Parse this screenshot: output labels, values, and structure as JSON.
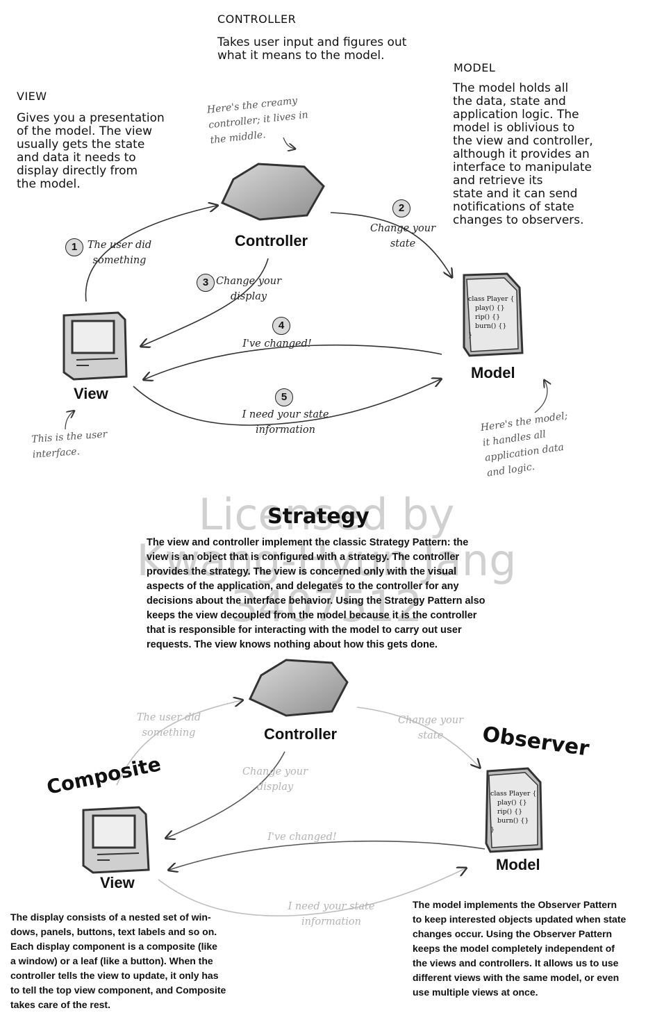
{
  "top": {
    "controller": {
      "caption": "CONTROLLER",
      "description": [
        "Takes user input and figures out",
        "what it means to the model."
      ],
      "note": [
        "Here's the creamy",
        "controller; it lives in",
        "the middle."
      ],
      "label": "Controller"
    },
    "model": {
      "caption": "MODEL",
      "description": [
        "The model holds all",
        "the data, state and",
        "application logic.  The",
        "model is oblivious to",
        "the view and controller,",
        "although it provides an",
        "interface to manipulate",
        "and retrieve its",
        "state and it can send",
        "notifications of state",
        "changes to observers."
      ],
      "note": [
        "Here's the model;",
        "it handles all",
        "application data",
        "and logic."
      ],
      "label": "Model",
      "code": [
        "class Player {",
        "play() {}",
        "rip() {}",
        "burn() {}",
        "}"
      ]
    },
    "view": {
      "caption": "VIEW",
      "description": [
        "Gives you a presentation",
        "of the model. The view",
        "usually gets the state",
        "and data it needs to",
        "display directly from",
        "the model."
      ],
      "note": [
        "This is the user",
        "interface."
      ],
      "label": "View"
    },
    "steps": [
      {
        "num": "1",
        "text": [
          "The user did",
          "something"
        ]
      },
      {
        "num": "2",
        "text": [
          "Change your",
          "state"
        ]
      },
      {
        "num": "3",
        "text": [
          "Change your",
          "display"
        ]
      },
      {
        "num": "4",
        "text": [
          "I've changed!"
        ]
      },
      {
        "num": "5",
        "text": [
          "I need your state",
          "information"
        ]
      }
    ]
  },
  "watermark": [
    "Licensed by",
    "Kwang-Hyun Jang",
    "3407512"
  ],
  "strategy": {
    "title": "Strategy",
    "body": [
      "The view and controller implement the classic Strategy Pattern: the",
      "view is an object that is configured with a strategy.  The controller",
      "provides the strategy.  The view is concerned only with the visual",
      "aspects of the application, and delegates to the controller for any",
      "decisions about the interface behavior. Using the Strategy Pattern also",
      "keeps the view decoupled from the model because it is the controller",
      "that is responsible for interacting with the model to carry out user",
      "requests.  The view knows nothing about how this gets done."
    ]
  },
  "bottom": {
    "controller_label": "Controller",
    "view_label": "View",
    "model_label": "Model",
    "code": [
      "class Player {",
      "play() {}",
      "rip() {}",
      "burn() {}",
      "}"
    ],
    "arrows": {
      "user_did": [
        "The user did",
        "something"
      ],
      "change_state": [
        "Change your",
        "state"
      ],
      "change_display": [
        "Change your",
        "display"
      ],
      "changed": [
        "I've changed!"
      ],
      "need_state": [
        "I need your state",
        "information"
      ]
    },
    "composite": {
      "title": "Composite",
      "body": [
        "The display consists of a nested set of win-",
        "dows, panels, buttons, text labels and so on.",
        "Each display component is a composite (like",
        "a window) or a leaf (like a button).  When the",
        "controller tells the view to update, it only has",
        "to tell the top view component, and Composite",
        "takes care of the rest."
      ]
    },
    "observer": {
      "title": "Observer",
      "body": [
        "The model implements the Observer Pattern",
        "to keep interested objects updated when state",
        "changes occur. Using the Observer Pattern",
        "keeps the model completely independent of",
        "the views and controllers.  It allows us to use",
        "different views with the same model, or even",
        "use multiple views at once."
      ]
    }
  }
}
